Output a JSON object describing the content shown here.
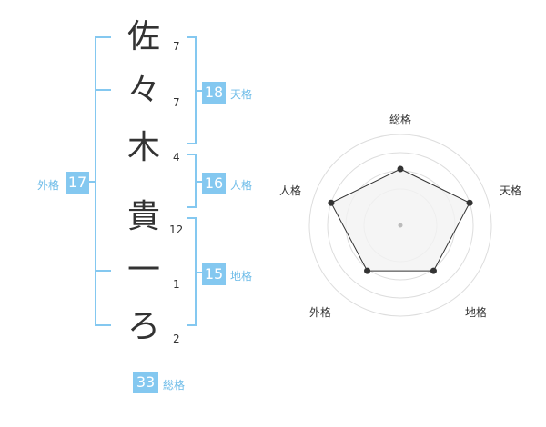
{
  "name": {
    "characters": [
      {
        "char": "佐",
        "strokes": "7"
      },
      {
        "char": "々",
        "strokes": "7"
      },
      {
        "char": "木",
        "strokes": "4"
      },
      {
        "char": "貴",
        "strokes": "12"
      },
      {
        "char": "一",
        "strokes": "1"
      },
      {
        "char": "ろ",
        "strokes": "2"
      }
    ]
  },
  "fortune": {
    "tenkaku": {
      "value": "18",
      "label": "天格"
    },
    "jinkaku": {
      "value": "16",
      "label": "人格"
    },
    "chikaku": {
      "value": "15",
      "label": "地格"
    },
    "gaikaku": {
      "value": "17",
      "label": "外格"
    },
    "soukaku": {
      "value": "33",
      "label": "総格"
    }
  },
  "radar": {
    "axes": [
      "総格",
      "天格",
      "地格",
      "外格",
      "人格"
    ],
    "levels": [
      0.62,
      0.8,
      0.62,
      0.62,
      0.8
    ],
    "colors": {
      "outline": "#333333",
      "fill": "#f2f2f2",
      "rings": "#dddddd"
    }
  }
}
